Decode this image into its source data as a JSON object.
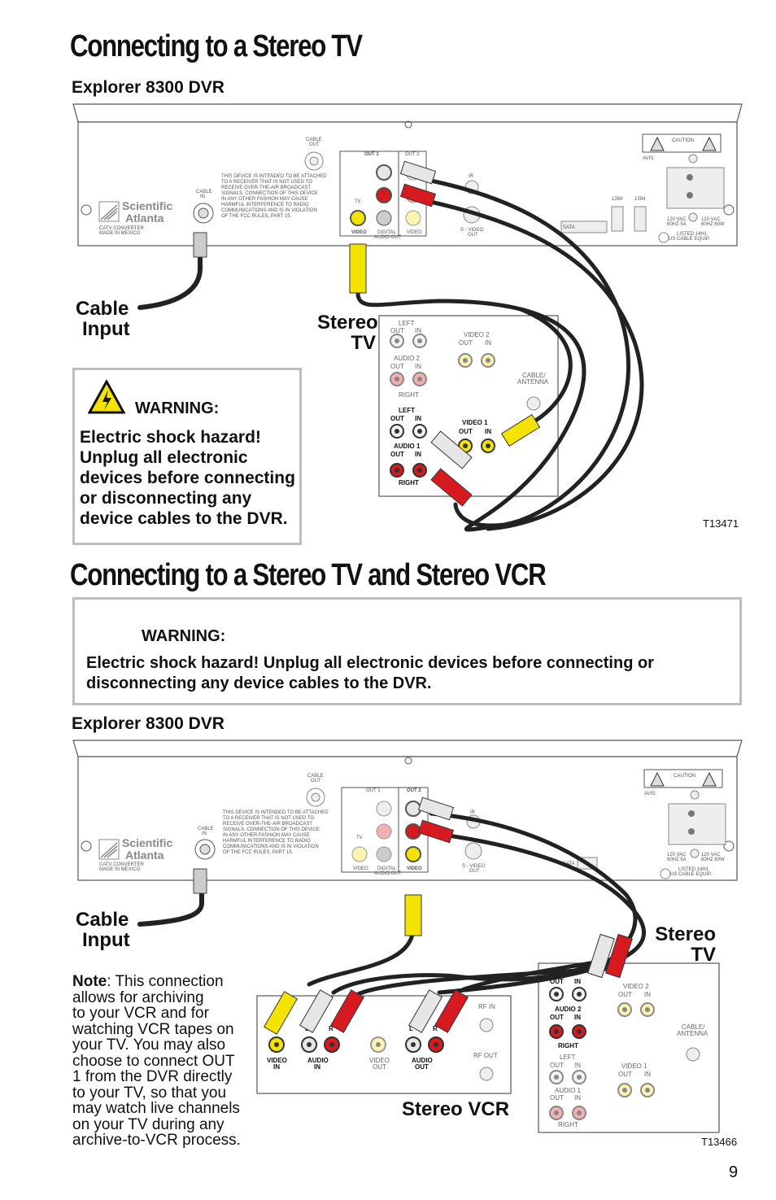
{
  "section1": {
    "title": "Connecting to a Stereo TV",
    "subtitle": "Explorer 8300 DVR",
    "cable_input": [
      "Cable",
      "Input"
    ],
    "stereo_tv": [
      "Stereo",
      "TV"
    ],
    "warning_title": "WARNING:",
    "warning_lines": [
      "Electric shock hazard!",
      "Unplug all electronic",
      "devices before connecting",
      "or disconnecting any",
      "device cables to the DVR."
    ],
    "figure_id": "T13471"
  },
  "section2": {
    "title": "Connecting to a Stereo TV and Stereo VCR",
    "warning_title": "WARNING:",
    "warning_lines": [
      "Electric shock hazard! Unplug all electronic devices before connecting or",
      "disconnecting any device cables to the DVR."
    ],
    "subtitle": "Explorer 8300 DVR",
    "cable_input": [
      "Cable",
      "Input"
    ],
    "stereo_tv": [
      "Stereo",
      "TV"
    ],
    "stereo_vcr": "Stereo VCR",
    "note_label": "Note",
    "note_lines": [
      ": This connection",
      "allows for archiving",
      "to your VCR and for",
      "watching VCR tapes on",
      "your TV. You may also",
      "choose to connect OUT",
      "1 from the DVR directly",
      "to your TV, so that you",
      "may watch live channels",
      "on your TV during any",
      "archive-to-VCR process."
    ],
    "figure_id": "T13466"
  },
  "dvr_labels": {
    "brand1": "Scientific",
    "brand2": "Atlanta",
    "catv": "CATV CONVERTER",
    "made": "MADE IN MEXICO",
    "cable_in1": "CABLE",
    "cable_in2": "IN",
    "cable_out1": "CABLE",
    "cable_out2": "OUT",
    "out1": "OUT 1",
    "out2": "OUT 2",
    "tv": "TV",
    "video": "VIDEO",
    "digital1": "DIGITAL",
    "digital2": "AUDIO OUT",
    "svideo1": "S - VIDEO",
    "svideo2": "OUT",
    "ir": "IR",
    "sata": "SATA",
    "p1394": "1394",
    "caution": "CAUTION",
    "vac1": "120 VAC",
    "hz1": "60HZ 5A",
    "vac2": "120 VAC",
    "hz2": "60HZ 60W",
    "listed1": "LISTED 14H1",
    "listed2": "US CABLE EQUIP.",
    "avis": "AVIS:",
    "fcc": [
      "THIS DEVICE IS INTENDED TO BE ATTACHED",
      "TO A RECEIVER THAT IS NOT USED TO",
      "RECEIVE OVER-THE-AIR BROADCAST",
      "SIGNALS. CONNECTION OF THIS DEVICE",
      "IN ANY OTHER FASHION MAY CAUSE",
      "HARMFUL INTERFERENCE TO RADIO",
      "COMMUNICATIONS AND IS IN VIOLATION",
      "OF THE FCC RULES, PART 15."
    ]
  },
  "tv_labels": {
    "left": "LEFT",
    "out": "OUT",
    "in": "IN",
    "audio2": "AUDIO 2",
    "audio1": "AUDIO 1",
    "right": "RIGHT",
    "video2": "VIDEO 2",
    "video1": "VIDEO 1",
    "cable_ant1": "CABLE/",
    "cable_ant2": "ANTENNA"
  },
  "vcr_labels": {
    "rf_in": "RF IN",
    "rf_out": "RF OUT",
    "video_in1": "VIDEO",
    "video_in2": "IN",
    "audio_in1": "AUDIO",
    "audio_in2": "IN",
    "video_out1": "VIDEO",
    "video_out2": "OUT",
    "audio_out1": "AUDIO",
    "audio_out2": "OUT",
    "l": "L",
    "r": "R"
  },
  "page_number": "9",
  "colors": {
    "yellow": "#f4e300",
    "red": "#d71920",
    "white": "#e6e6e6",
    "gray_border": "#bdbdbd"
  }
}
